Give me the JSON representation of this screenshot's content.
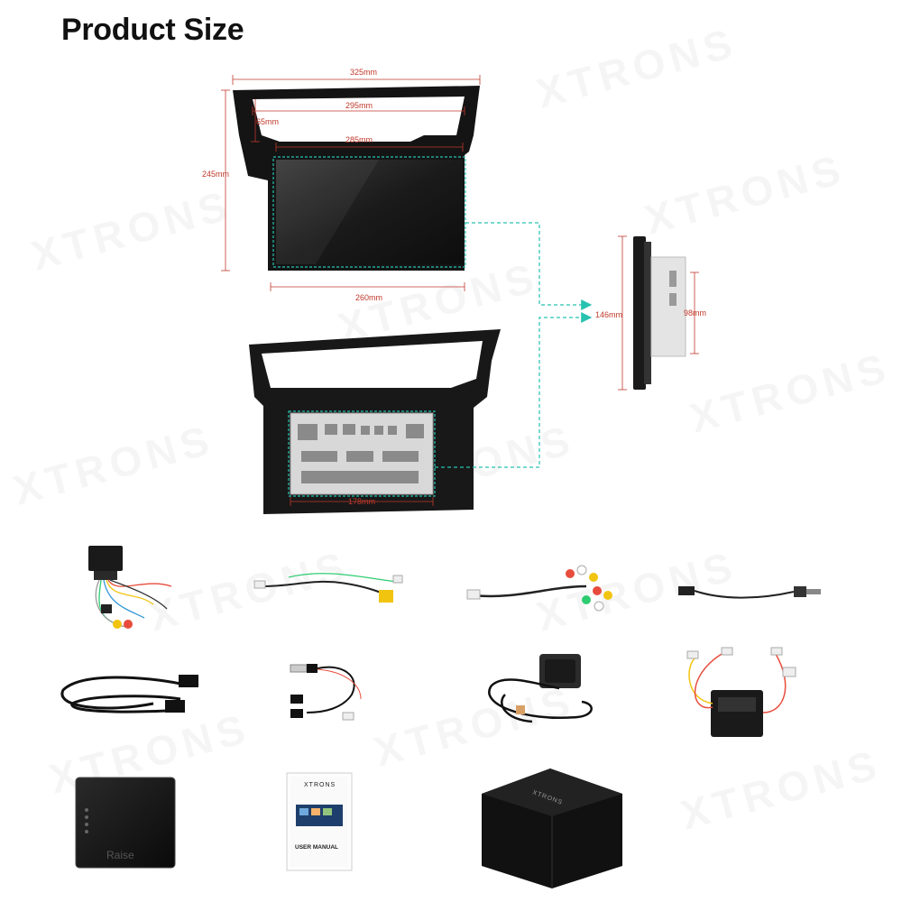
{
  "title": "Product Size",
  "front_unit": {
    "overall_width": "325mm",
    "frame_width": "295mm",
    "top_height": "65mm",
    "screen_width": "285mm",
    "overall_height": "245mm",
    "bottom_width": "260mm"
  },
  "side_unit": {
    "overall_depth": "146mm",
    "body_depth": "98mm"
  },
  "rear_unit": {
    "chassis_width": "178mm"
  },
  "watermark": "XTRONS",
  "accessories": [
    "power-harness",
    "reverse-camera-cable",
    "rca-av-cable",
    "antenna-adapter",
    "usb-extension-cables",
    "usb-splitter-cable",
    "gps-antenna",
    "canbus-decoder",
    "dsp-box",
    "user-manual",
    "retail-box"
  ],
  "box_label": "Raise",
  "manual": {
    "brand": "XTRONS",
    "label": "USER MANUAL"
  },
  "retail_box": {
    "brand": "XTRONS"
  },
  "colors": {
    "dimension_line": "#c0392b",
    "guide_line": "#27c2b0",
    "frame": "#161616"
  }
}
